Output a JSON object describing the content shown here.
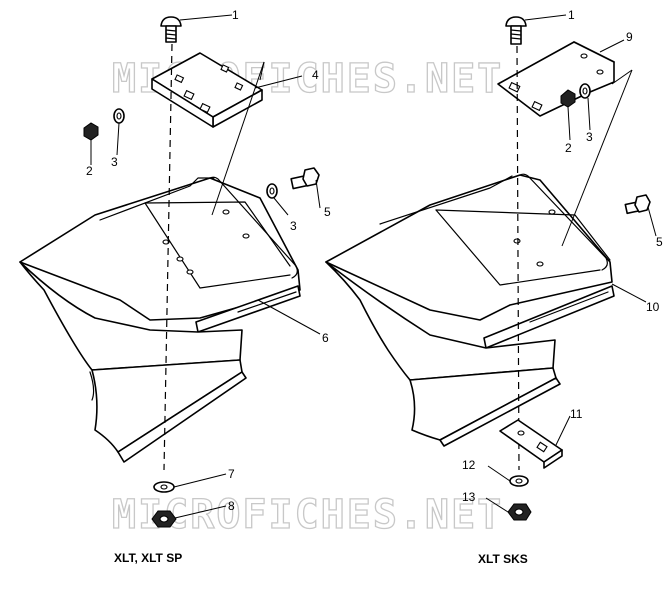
{
  "watermark": "MICROFICHES.NET",
  "captions": {
    "left": "XLT, XLT SP",
    "right": "XLT SKS"
  },
  "callouts": {
    "left": [
      "1",
      "4",
      "2",
      "3",
      "3",
      "5",
      "6",
      "7",
      "8"
    ],
    "right": [
      "1",
      "9",
      "2",
      "3",
      "5",
      "10",
      "11",
      "12",
      "13"
    ]
  }
}
